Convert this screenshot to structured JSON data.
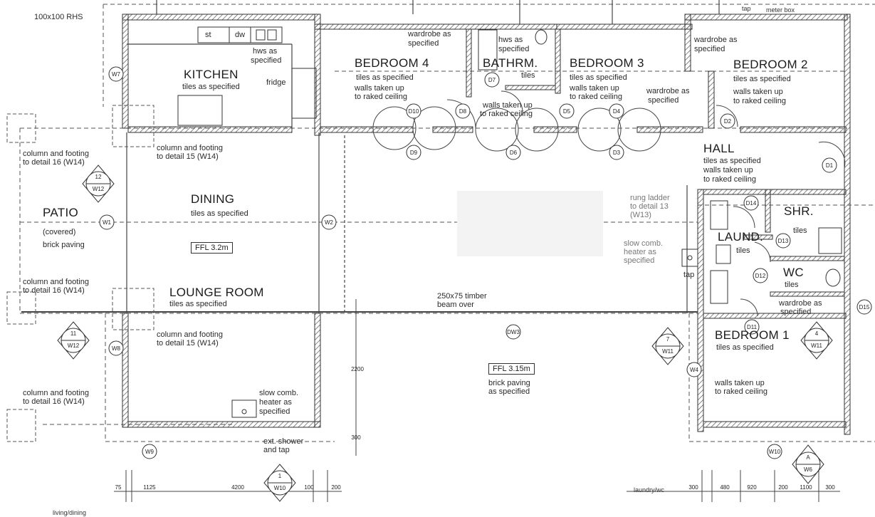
{
  "rooms": {
    "kitchen": "KITCHEN",
    "bedroom4": "BEDROOM 4",
    "bathroom": "BATHRM.",
    "bedroom3": "BEDROOM 3",
    "bedroom2": "BEDROOM 2",
    "hall": "HALL",
    "dining": "DINING",
    "patio": "PATIO",
    "lounge": "LOUNGE ROOM",
    "shower": "SHR.",
    "laundry": "LAUND.",
    "wc": "WC",
    "bedroom1": "BEDROOM 1"
  },
  "notes": {
    "rhs": "100x100 RHS",
    "tap": "tap",
    "meter_box": "meter box",
    "st": "st",
    "dw": "dw",
    "hws_kitchen_1": "hws as",
    "hws_kitchen_2": "specified",
    "fridge": "fridge",
    "tiles_as_specified": "tiles as specified",
    "wardrobe_as": "wardrobe as",
    "specified": "specified",
    "wardrobe_as_b4_2": "specified",
    "hws_bath_1": "hws as",
    "hws_bath_2": "specified",
    "tiles": "tiles",
    "walls_taken_up": "walls taken up",
    "to_raked_ceiling": "to raked ceiling",
    "wardrobe_hall_1": "wardrobe as",
    "wardrobe_hall_2": "specified",
    "column_footing": "column and footing",
    "to_detail_16": "to detail 16 (W14)",
    "to_detail_15": "to detail 15 (W14)",
    "covered": "(covered)",
    "brick_paving": "brick paving",
    "rung_ladder_1": "rung ladder",
    "rung_ladder_2": "to detail 13",
    "rung_ladder_3": "(W13)",
    "slow_comb_1": "slow comb.",
    "slow_comb_2": "heater as",
    "slow_comb_3": "specified",
    "tap_lower": "tap",
    "beam_1": "250x75 timber",
    "beam_2": "beam over",
    "wardrobe_wc_1": "wardrobe as",
    "wardrobe_wc_2": "specified",
    "brick_paving_spec_1": "brick paving",
    "brick_paving_spec_2": "as specified",
    "ext_shower_1": "ext. shower",
    "ext_shower_2": "and tap",
    "living_dining": "living/dining",
    "laundry_wc": "laundry/wc"
  },
  "ffl": {
    "dining": "FFL 3.2m",
    "outdoor": "FFL 3.15m"
  },
  "markers": {
    "doors": [
      "D10",
      "D7",
      "D8",
      "D5",
      "D4",
      "D2",
      "D9",
      "D6",
      "D3",
      "D1",
      "D14",
      "D13",
      "D12",
      "D11",
      "D15"
    ],
    "windows": [
      "W7",
      "W1",
      "W2",
      "W8",
      "W4",
      "W9",
      "W10",
      "DW3"
    ],
    "sections": [
      {
        "num": "12",
        "ref": "W12"
      },
      {
        "num": "11",
        "ref": "W12"
      },
      {
        "num": "1",
        "ref": "W10"
      },
      {
        "num": "7",
        "ref": "W11"
      },
      {
        "num": "4",
        "ref": "W11"
      },
      {
        "num": "A",
        "ref": "W6"
      }
    ]
  },
  "dimensions": [
    "75",
    "1125",
    "4200",
    "100",
    "200",
    "300",
    "2200",
    "300",
    "480",
    "920",
    "200",
    "1100",
    "300"
  ]
}
